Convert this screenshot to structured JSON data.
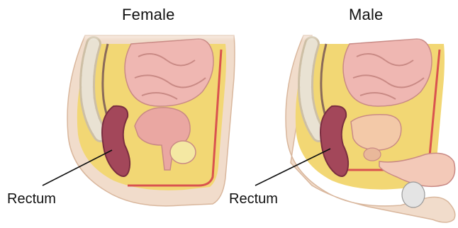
{
  "panels": [
    {
      "id": "female",
      "title": "Female",
      "label": "Rectum"
    },
    {
      "id": "male",
      "title": "Male",
      "label": "Rectum"
    }
  ],
  "colors": {
    "skin": "#f1dccb",
    "skin_edge": "#d9b79d",
    "fat": "#f2d774",
    "intestine": "#efb7b2",
    "intestine_edge": "#c98a85",
    "rectum": "#a3475a",
    "rectum_dark": "#7a2e40",
    "spine": "#e9e2d3",
    "muscle": "#d9534f",
    "pointer": "#111111"
  }
}
